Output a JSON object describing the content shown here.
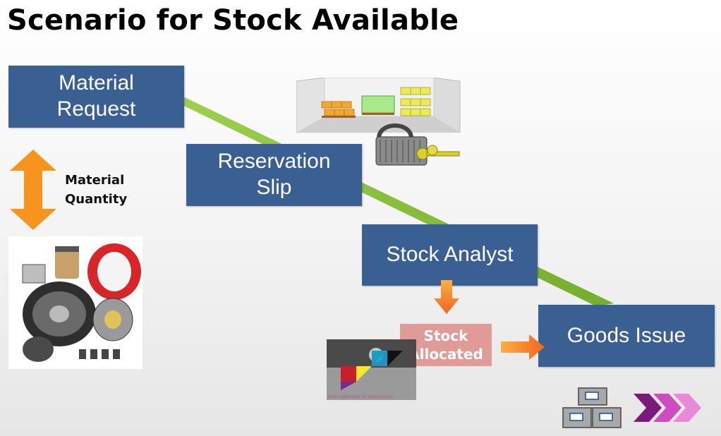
{
  "title": "Scenario for Stock Available",
  "boxes": {
    "material_request": "Material\nRequest",
    "reservation_slip": "Reservation\nSlip",
    "stock_analyst": "Stock Analyst",
    "goods_issue": "Goods Issue",
    "stock_allocated": "Stock\nAllocated"
  },
  "side_label": "Material\nQuantity",
  "logo_caption": "Smart  Application  for  YourBusiness",
  "colors": {
    "box_blue": "#3a5f93",
    "box_pink": "#e09a98",
    "arrow_orange": "#f7941d",
    "green_band": "#8cc63f"
  },
  "icons": [
    "double-arrow-icon",
    "warehouse-pallets-image",
    "padlock-keys-image",
    "machine-parts-image",
    "smart-app-logo",
    "down-arrow-icon",
    "right-arrow-icon",
    "filing-boxes-icon",
    "fast-forward-chevrons-icon"
  ]
}
